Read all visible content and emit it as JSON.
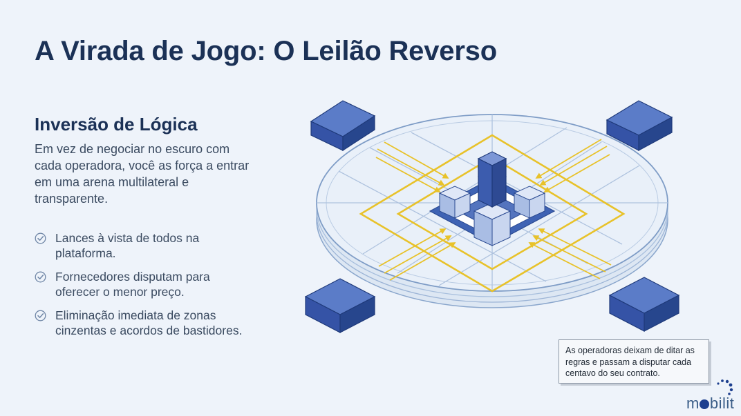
{
  "slide": {
    "title": "A Virada de Jogo: O Leilão Reverso",
    "section_title": "Inversão de Lógica",
    "intro": "Em vez de negociar no escuro com cada operadora, você as força a entrar em uma arena multilateral e transparente.",
    "bullets": [
      {
        "line1": "Lances à vista de todos na",
        "line2": "plataforma."
      },
      {
        "line1": "Fornecedores disputam para",
        "line2": "oferecer o menor preço."
      },
      {
        "line1": "Eliminação imediata de zonas",
        "line2": "cinzentas e acordos de bastidores."
      }
    ],
    "callout": "As operadoras deixam de ditar as regras e passam a disputar cada centavo do seu contrato.",
    "logo": "mobilit"
  },
  "icons": {
    "bullet": "check-circle-icon",
    "illustration": "reverse-auction-arena-illustration",
    "logo_mark": "dots-arc-icon"
  },
  "colors": {
    "background": "#eef3fa",
    "title": "#1b3156",
    "body_text": "#3a4a60",
    "accent_blue": "#3a5fb0",
    "arrow_yellow": "#e8c22a",
    "check": "#6f86a6"
  }
}
